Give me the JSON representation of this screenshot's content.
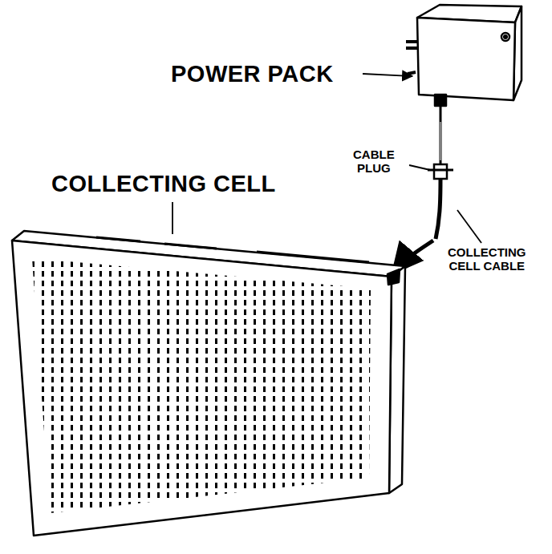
{
  "diagram": {
    "labels": [
      "POWER PACK",
      "COLLECTING CELL",
      "CABLE PLUG",
      "COLLECTING CELL CABLE"
    ]
  }
}
